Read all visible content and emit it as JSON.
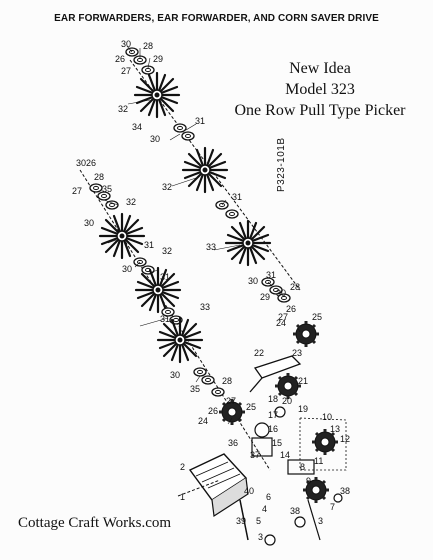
{
  "header": {
    "title": "EAR FORWARDERS, EAR FORWARDER, AND CORN SAVER DRIVE"
  },
  "title_block": {
    "brand": "New Idea",
    "model": "Model 323",
    "description": "One Row Pull Type Picker"
  },
  "part_code": "P323-101B",
  "footer": {
    "credit": "Cottage Craft Works.com"
  },
  "callouts": [
    "30",
    "28",
    "29",
    "26",
    "27",
    "32",
    "31",
    "34",
    "30",
    "32",
    "31",
    "30",
    "26",
    "27",
    "35",
    "28",
    "32",
    "30",
    "31",
    "32",
    "30",
    "31",
    "33",
    "33",
    "30",
    "31",
    "30",
    "28",
    "29",
    "26",
    "24",
    "27",
    "25",
    "23",
    "22",
    "31",
    "30",
    "35",
    "28",
    "27",
    "26",
    "25",
    "24",
    "21",
    "20",
    "18",
    "19",
    "17",
    "16",
    "15",
    "36",
    "37",
    "14",
    "10",
    "13",
    "12",
    "11",
    "2",
    "1",
    "40",
    "39",
    "38",
    "5",
    "4",
    "6",
    "3",
    "8",
    "9",
    "7",
    "38",
    "3"
  ]
}
